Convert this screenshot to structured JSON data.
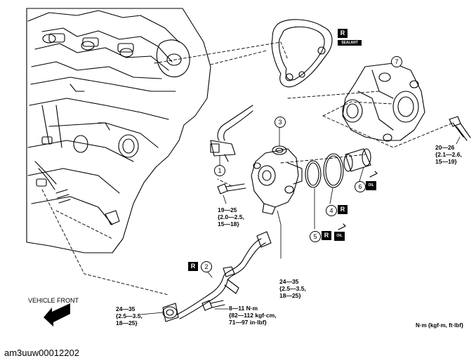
{
  "figure_code": "am3uuw00012202",
  "vehicle_front_label": "VEHICLE FRONT",
  "units_label": "N·m {kgf·m, ft·lbf}",
  "badges": {
    "reuse": "R",
    "sealant": "SEALANT",
    "oil": "OIL"
  },
  "callouts": [
    "1",
    "2",
    "3",
    "4",
    "5",
    "6",
    "7"
  ],
  "torques": {
    "thermostat_bolt": "20—26\n{2.1—2.6,\n15—19}",
    "pump_bolt": "19—25\n{2.0—2.5,\n15—18}",
    "pipe_fitting_right": "24—35\n{2.5—3.5,\n18—25}",
    "pipe_fitting_left": "24—35\n{2.5—3.5,\n18—25}",
    "bracket_bolt": "8—11 N·m\n{82—112 kgf·cm,\n71—97 in·lbf}"
  }
}
